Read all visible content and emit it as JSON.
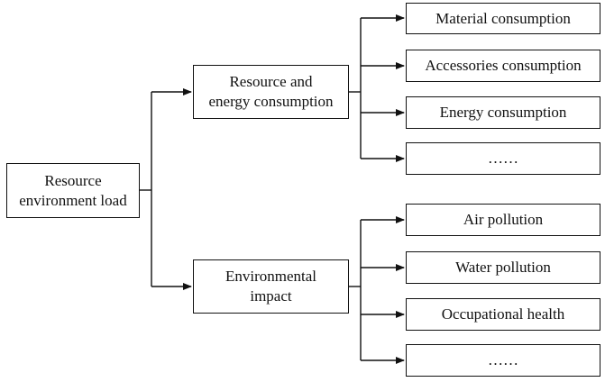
{
  "diagram": {
    "root": {
      "label": "Resource\nenvironment load"
    },
    "branches": [
      {
        "label": "Resource and\nenergy consumption",
        "children": [
          "Material consumption",
          "Accessories consumption",
          "Energy consumption",
          "……"
        ]
      },
      {
        "label": "Environmental\nimpact",
        "children": [
          "Air pollution",
          "Water pollution",
          "Occupational health",
          "……"
        ]
      }
    ]
  }
}
